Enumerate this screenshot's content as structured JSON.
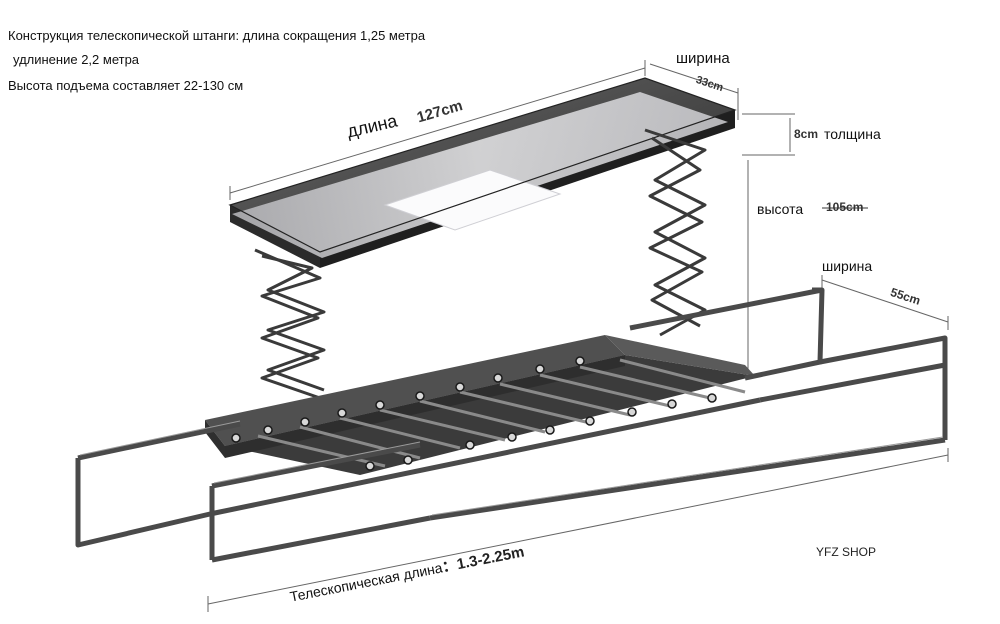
{
  "specs": {
    "line1": "Конструкция телескопической штанги: длина сокращения 1,25 метра",
    "line2": "удлинение 2,2 метра",
    "line3": "Высота подъема составляет 22-130 см"
  },
  "labels": {
    "length_word": "длина",
    "length_value": "127cm",
    "width_top_word": "ширина",
    "width_top_value": "33cm",
    "thickness_value": "8cm",
    "thickness_word": "толщина",
    "height_word": "высота",
    "height_value": "105cm",
    "width_bottom_word": "ширина",
    "width_bottom_value": "55cm",
    "telescopic_word": "Телескопическая длина",
    "telescopic_value": "：1.3-2.25m"
  },
  "brand": "YFZ SHOP",
  "colors": {
    "frame": "#4a4a4a",
    "frame_dark": "#2f2f2f",
    "dimension_line": "#555555",
    "top_box": "#353535",
    "light_panel": "#e9e9ec"
  }
}
